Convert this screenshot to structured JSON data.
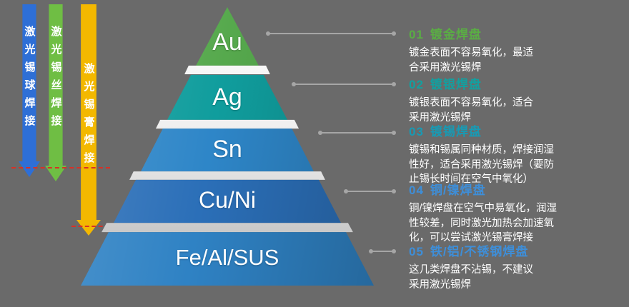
{
  "canvas": {
    "bg": "#6a6a6a"
  },
  "arrows": [
    {
      "label": "激光锡球焊接",
      "color": "#2e6fd6"
    },
    {
      "label": "激光锡丝焊接",
      "color": "#6fbe44"
    },
    {
      "label": "激光锡膏焊接",
      "color": "#f3b800"
    }
  ],
  "pyramid": {
    "layers": [
      {
        "symbol": "Au",
        "color": "#56a94d"
      },
      {
        "symbol": "Ag",
        "color": "#109d9d"
      },
      {
        "symbol": "Sn",
        "color": "#2e86c8"
      },
      {
        "symbol": "Cu/Ni",
        "color": "#2b6fb8"
      },
      {
        "symbol": "Fe/Al/SUS",
        "color": "#2f82c4"
      }
    ]
  },
  "annotations": [
    {
      "num": "01",
      "title": "镀金焊盘",
      "color": "#5aad44",
      "body": "镀金表面不容易氧化，最适合采用激光锡焊"
    },
    {
      "num": "02",
      "title": "镀银焊盘",
      "color": "#12a0a0",
      "body": "镀银表面不容易氧化，适合采用激光锡焊"
    },
    {
      "num": "03",
      "title": "镀锡焊盘",
      "color": "#189ab4",
      "body": "镀锡和锡属同种材质，焊接润湿性好，适合采用激光锡焊（要防止锡长时间在空气中氧化）"
    },
    {
      "num": "04",
      "title": "铜/镍焊盘",
      "color": "#3e8ed8",
      "body": "铜/镍焊盘在空气中易氧化，润湿性较差，同时激光加热会加速氧化，可以尝试激光锡膏焊接"
    },
    {
      "num": "05",
      "title": "铁/铝/不锈钢焊盘",
      "color": "#3e8ed8",
      "body": "这几类焊盘不沾锡，不建议采用激光锡焊"
    }
  ]
}
